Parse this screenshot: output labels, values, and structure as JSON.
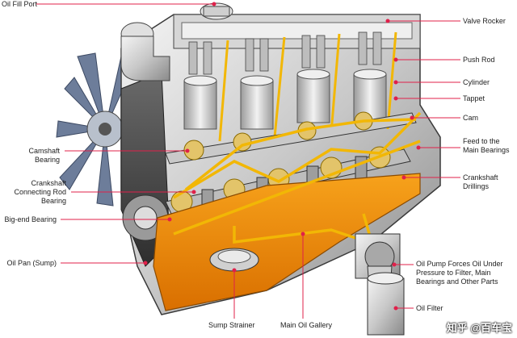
{
  "labels": {
    "oil_fill_port": "Oil Fill Port",
    "valve_rocker": "Valve Rocker",
    "push_rod": "Push Rod",
    "cylinder": "Cylinder",
    "tappet": "Tappet",
    "cam": "Cam",
    "feed_to_main_bearings": "Feed to the Main Bearings",
    "camshaft_bearing": "Camshaft Bearing",
    "crankshaft_connecting_rod_bearing": "Crankshaft Connecting Rod Bearing",
    "crankshaft_drillings": "Crankshaft Drillings",
    "big_end_bearing": "Big-end Bearing",
    "oil_pan": "Oil Pan (Sump)",
    "oil_pump": "Oil Pump Forces Oil Under Pressure to Filter, Main Bearings and Other Parts",
    "oil_filter": "Oil Filter",
    "sump_strainer": "Sump Strainer",
    "main_oil_gallery": "Main Oil Gallery"
  },
  "watermark": "知乎 @百车宝",
  "colors": {
    "oil": "#f2b705",
    "sump": "#f08c00",
    "metal_light": "#e6e6e6",
    "metal_mid": "#b4b4b4",
    "metal_dark": "#555555",
    "pointer": "#e0204a"
  }
}
